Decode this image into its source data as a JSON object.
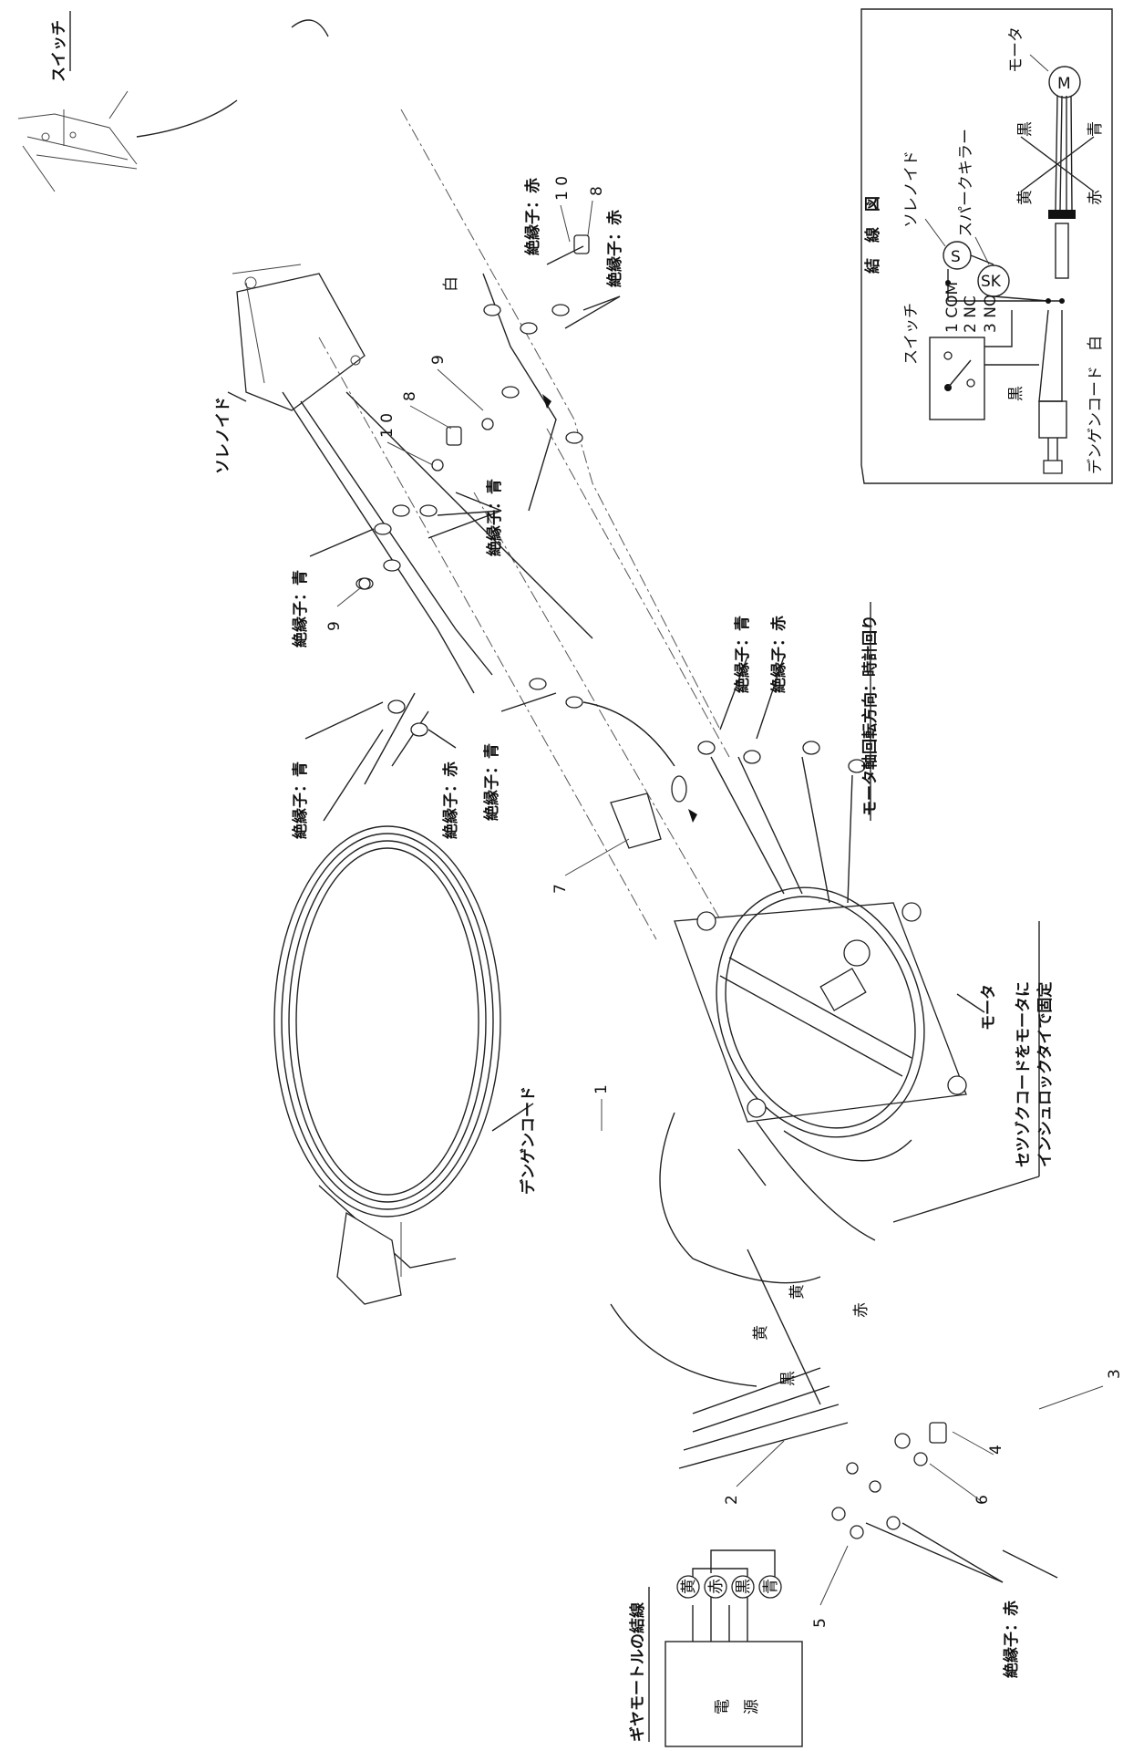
{
  "labels": {
    "switch_top": "スイッチ",
    "solenoid": "ソレノイド",
    "white": "白",
    "insul_red_1": "絶縁子：赤",
    "insul_red_2": "絶縁子：赤",
    "insul_blue_1": "絶縁子：青",
    "insul_blue_2": "絶縁子：青",
    "insul_blue_3": "絶縁子：青",
    "insul_blue_4": "絶縁子：青",
    "insul_red_3": "絶縁子：赤",
    "insul_red_4": "絶縁子：赤",
    "insul_red_5": "絶縁子：赤",
    "motor_rotation": "モータ軸回転方向：時計回り",
    "motor": "モータ",
    "cord_fix_1": "セツゾクコードをモータに",
    "cord_fix_2": "インシュロックタイで固定",
    "power_cord": "デンゲンコード",
    "color_yellow": "黄",
    "color_black": "黒",
    "color_blue": "青",
    "color_red": "赤",
    "gear_motor_wiring": "ギヤモートルの結線",
    "power_supply_1": "電",
    "power_supply_2": "源"
  },
  "wiring_diagram": {
    "title": "結　線　図",
    "motor": "モータ",
    "motor_symbol": "M",
    "solenoid": "ソレノイド",
    "solenoid_symbol": "S",
    "spark_killer": "スパークキラー",
    "spark_killer_symbol": "SK",
    "switch": "スイッチ",
    "power_cord": "デンゲンコード",
    "terminal_com": "1 COM",
    "terminal_nc": "2 NC",
    "terminal_no": "3 NO",
    "wire_black_1": "黒",
    "wire_blue": "青",
    "wire_yellow": "黄",
    "wire_red": "赤",
    "wire_black_2": "黒",
    "wire_white": "白"
  },
  "gear_motor_box": {
    "yellow": "黄",
    "red": "赤",
    "black": "黒",
    "blue": "青"
  },
  "part_numbers": {
    "n1": "1",
    "n2": "2",
    "n3": "3",
    "n4": "4",
    "n5": "5",
    "n6": "6",
    "n7": "7",
    "n8a": "8",
    "n8b": "8",
    "n9a": "9",
    "n9b": "9",
    "n10a": "1 0",
    "n10b": "1 0"
  }
}
